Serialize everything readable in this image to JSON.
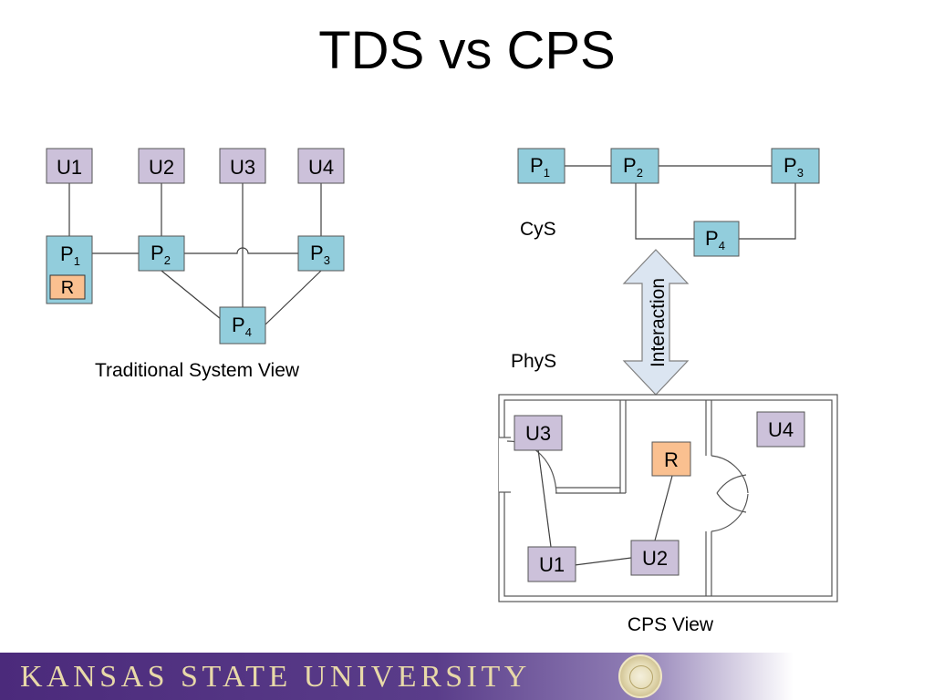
{
  "slide": {
    "title": "TDS vs CPS"
  },
  "tds": {
    "caption": "Traditional System View",
    "users": [
      "U1",
      "U2",
      "U3",
      "U4"
    ],
    "processors": {
      "p1": "P",
      "p2": "P",
      "p3": "P",
      "p4": "P"
    },
    "subscripts": {
      "p1": "1",
      "p2": "2",
      "p3": "3",
      "p4": "4"
    },
    "resource": "R"
  },
  "cps": {
    "cyber_label": "CyS",
    "physical_label": "PhyS",
    "interaction_label": "Interaction",
    "caption": "CPS View",
    "processors": {
      "p1": "P",
      "p2": "P",
      "p3": "P",
      "p4": "P"
    },
    "subscripts": {
      "p1": "1",
      "p2": "2",
      "p3": "3",
      "p4": "4"
    },
    "users": {
      "u1": "U1",
      "u2": "U2",
      "u3": "U3",
      "u4": "U4"
    },
    "resource": "R"
  },
  "footer": {
    "university": "KANSAS STATE UNIVERSITY"
  },
  "colors": {
    "processor": "#92cddc",
    "user": "#ccc1da",
    "resource": "#fac090",
    "footer": "#4b2a7b",
    "footer_text": "#e8d9a8"
  }
}
